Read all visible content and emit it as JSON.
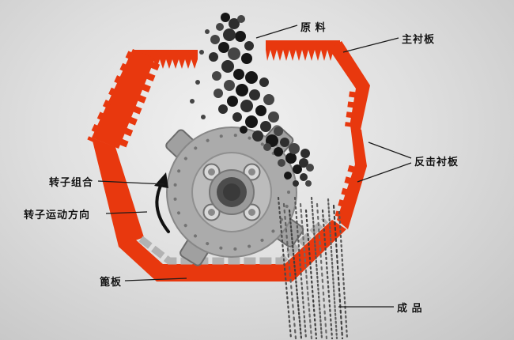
{
  "scene": {
    "colors": {
      "housing_red": "#e8380e",
      "rotor_gray": "#ababab",
      "rotor_inner": "#bcbcbc",
      "hub_dark": "#4c4c4c",
      "grate_gray": "#b2b2b2",
      "rock_dark": "#161616",
      "fines_gray": "#4a4a4a",
      "leader_line": "#1a1a1a"
    },
    "labels": {
      "raw_material": "原 料",
      "main_liner": "主衬板",
      "impact_liner": "反击衬板",
      "rotor_assembly": "转子组合",
      "rotor_direction": "转子运动方向",
      "grate_plate": "篦板",
      "finished_product": "成 品"
    }
  }
}
